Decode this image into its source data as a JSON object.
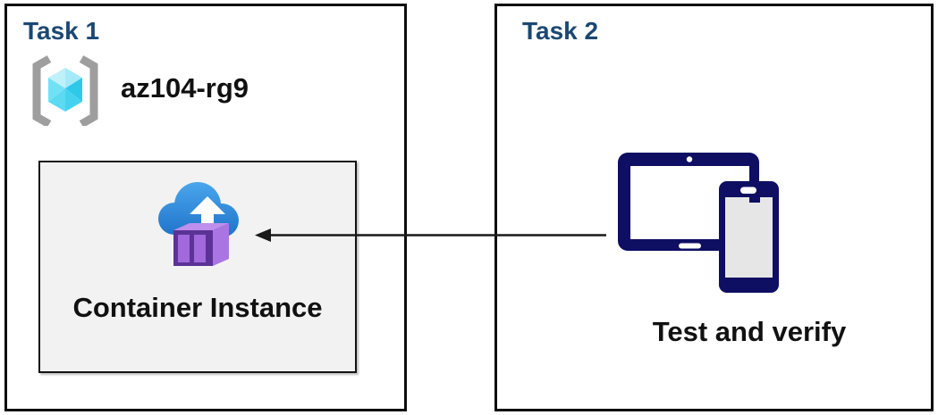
{
  "task1": {
    "title": "Task 1",
    "resource_group": {
      "name": "az104-rg9",
      "icon": "resource-group-icon"
    },
    "container_box": {
      "label": "Container Instance",
      "icon": "container-instance-icon",
      "background": "#F2F2F2"
    }
  },
  "task2": {
    "title": "Task 2",
    "label": "Test and verify",
    "icon": "devices-icon"
  },
  "arrow": {
    "from": "devices-icon",
    "to": "container-instance-icon",
    "direction": "right-to-left",
    "color": "#1A1A1A"
  },
  "colors": {
    "task_title_blue": "#1B4872",
    "box_border_black": "#0D0D0D",
    "container_box_gray": "#F2F2F2",
    "device_navy": "#0E0E62",
    "device_screen_gray": "#E6E6E6",
    "cloud_blue_top": "#4AA7ED",
    "cloud_blue_bottom": "#1E71C8",
    "container_purple_dark": "#5B3396",
    "container_purple_panel": "#A169DC",
    "container_purple_side": "#AA75E3",
    "container_purple_top": "#BE8FEC",
    "cube_cyan_light": "#C0F1FB",
    "cube_cyan_mid": "#69DFF4",
    "cube_cyan_dark": "#2EC8E9",
    "bracket_gray": "#9E9E9E"
  }
}
